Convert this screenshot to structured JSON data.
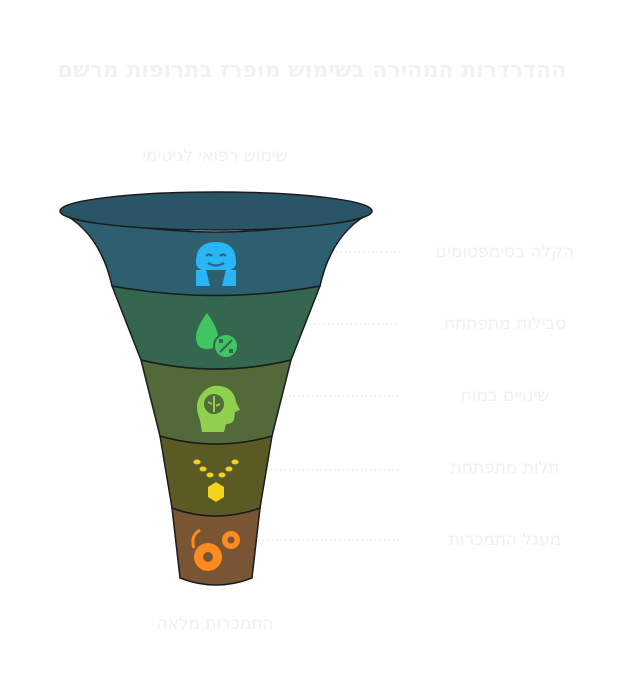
{
  "title": "ההדרדרות המהירה בשימוש מופרז בתרופות מרשם",
  "top_label": "שימוש רפואי לגיטימי",
  "bottom_label": "התמכרות מלאה",
  "stages": [
    {
      "label": "הקלה בסימפטומים",
      "icon": "relief-person-icon",
      "fill": "#2e5f70",
      "icon_color": "#29b6f6"
    },
    {
      "label": "סבילות מתפתחת",
      "icon": "drop-percent-icon",
      "fill": "#356750",
      "icon_color": "#43c463"
    },
    {
      "label": "שינויים במוח",
      "icon": "brain-head-icon",
      "fill": "#52693a",
      "icon_color": "#8fd14f"
    },
    {
      "label": "תלות מתפתחת",
      "icon": "chain-necklace-icon",
      "fill": "#5c5a24",
      "icon_color": "#f2d21b"
    },
    {
      "label": "מעגל התמכרות",
      "icon": "gears-cycle-icon",
      "fill": "#7a5534",
      "icon_color": "#ff8a1f"
    }
  ]
}
